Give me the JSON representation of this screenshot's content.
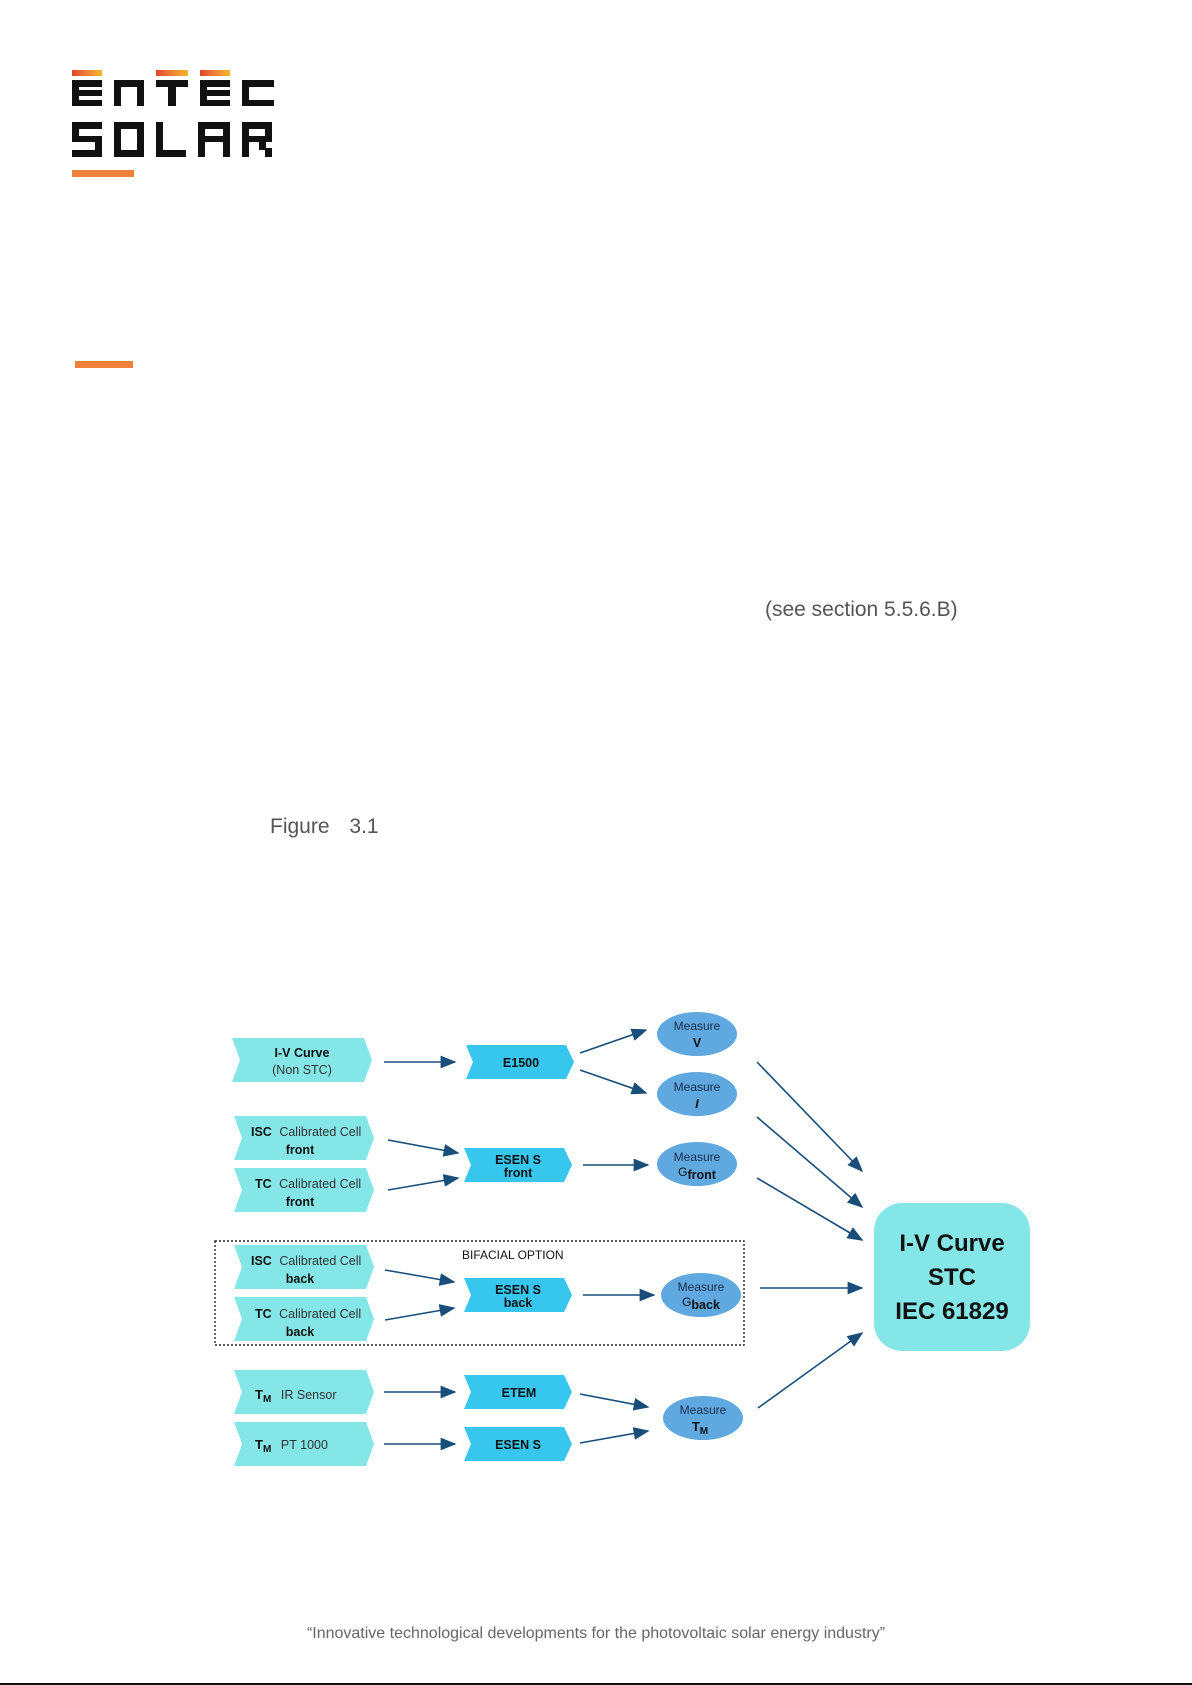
{
  "logo": {
    "line1": "ENTEC",
    "line2": "SOLAR",
    "colors": {
      "dark": "#111111",
      "orange": "#f0813a",
      "yellow": "#f6b52a",
      "red": "#e0462b"
    }
  },
  "page": {
    "see_section": "(see section 5.5.6.B)",
    "figure_label": "Figure  3.1",
    "footer": "“Innovative technological developments for the photovoltaic solar energy industry”"
  },
  "diagram": {
    "colors": {
      "input_fill": "#85e6e8",
      "device_fill": "#37c6ee",
      "measure_fill": "#5fa8e0",
      "result_fill": "#85e6e8",
      "arrow": "#1a4e7a"
    },
    "inputs": {
      "iv_curve_bold": "I-V Curve",
      "iv_curve_sub": "(Non STC)",
      "isc_front_bold": "ISC",
      "isc_front_text": "Calibrated Cell",
      "isc_front_sub": "front",
      "tc_front_bold": "TC",
      "tc_front_text": "Calibrated Cell",
      "tc_front_sub": "front",
      "isc_back_bold": "ISC",
      "isc_back_text": "Calibrated Cell",
      "isc_back_sub": "back",
      "tc_back_bold": "TC",
      "tc_back_text": "Calibrated Cell",
      "tc_back_sub": "back",
      "tm_ir_main": "T",
      "tm_ir_sub": "M",
      "tm_ir_text": "IR Sensor",
      "tm_pt_main": "T",
      "tm_pt_sub": "M",
      "tm_pt_text": "PT 1000"
    },
    "devices": {
      "e1500": "E1500",
      "esen_front_1": "ESEN S",
      "esen_front_2": "front",
      "esen_back_1": "ESEN S",
      "esen_back_2": "back",
      "etem": "ETEM",
      "esen": "ESEN S"
    },
    "measures": {
      "v_label": "Measure",
      "v_value": "V",
      "i_label": "Measure",
      "i_value": "I",
      "gf_label": "Measure",
      "gf_main": "G",
      "gf_sub": "front",
      "gb_label": "Measure",
      "gb_main": "G",
      "gb_sub": "back",
      "tm_label": "Measure",
      "tm_main": "T",
      "tm_sub": "M"
    },
    "bifacial_label": "BIFACIAL OPTION",
    "result": {
      "line1": "I-V Curve",
      "line2": "STC",
      "line3": "IEC 61829"
    }
  }
}
